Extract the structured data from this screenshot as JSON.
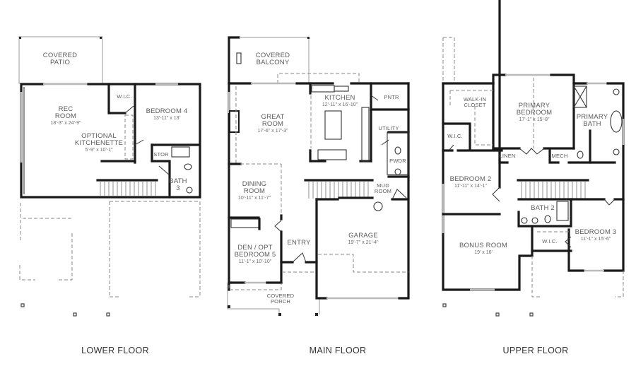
{
  "floors": [
    {
      "title": "LOWER FLOOR",
      "rooms": [
        {
          "name": "COVERED PATIO",
          "lines": [
            "COVERED",
            "PATIO"
          ],
          "dims": ""
        },
        {
          "name": "REC ROOM",
          "lines": [
            "REC",
            "ROOM"
          ],
          "dims": "18'-3\" x 24'-9\""
        },
        {
          "name": "OPTIONAL KITCHENETTE",
          "lines": [
            "OPTIONAL",
            "KITCHENETTE"
          ],
          "dims": "5'-9\" x 10'-1\""
        },
        {
          "name": "W.I.C.",
          "lines": [
            "W.I.C."
          ],
          "dims": ""
        },
        {
          "name": "BEDROOM 4",
          "lines": [
            "BEDROOM 4"
          ],
          "dims": "13'-11\" x 13'"
        },
        {
          "name": "STOR",
          "lines": [
            "STOR"
          ],
          "dims": ""
        },
        {
          "name": "BATH 3",
          "lines": [
            "BATH",
            "3"
          ],
          "dims": ""
        }
      ]
    },
    {
      "title": "MAIN FLOOR",
      "rooms": [
        {
          "name": "COVERED BALCONY",
          "lines": [
            "COVERED",
            "BALCONY"
          ],
          "dims": ""
        },
        {
          "name": "GREAT ROOM",
          "lines": [
            "GREAT",
            "ROOM"
          ],
          "dims": "17'-6\" x 17'-3\""
        },
        {
          "name": "KITCHEN",
          "lines": [
            "KITCHEN"
          ],
          "dims": "12'-11\" x 16'-10\""
        },
        {
          "name": "PNTR",
          "lines": [
            "PNTR"
          ],
          "dims": ""
        },
        {
          "name": "UTILITY",
          "lines": [
            "UTILITY"
          ],
          "dims": ""
        },
        {
          "name": "PWDR",
          "lines": [
            "PWDR"
          ],
          "dims": ""
        },
        {
          "name": "MUD ROOM",
          "lines": [
            "MUD",
            "ROOM"
          ],
          "dims": ""
        },
        {
          "name": "DINING ROOM",
          "lines": [
            "DINING",
            "ROOM"
          ],
          "dims": "10'-11\" x 11'-7\""
        },
        {
          "name": "DEN / OPT BEDROOM 5",
          "lines": [
            "DEN / OPT",
            "BEDROOM 5"
          ],
          "dims": "11'-1\" x 10'-10\""
        },
        {
          "name": "ENTRY",
          "lines": [
            "ENTRY"
          ],
          "dims": ""
        },
        {
          "name": "GARAGE",
          "lines": [
            "GARAGE"
          ],
          "dims": "19'-7\" x 21'-4\""
        },
        {
          "name": "COVERED PORCH",
          "lines": [
            "COVERED",
            "PORCH"
          ],
          "dims": ""
        }
      ]
    },
    {
      "title": "UPPER FLOOR",
      "rooms": [
        {
          "name": "WALK-IN CLOSET",
          "lines": [
            "WALK-IN",
            "CLOSET"
          ],
          "dims": ""
        },
        {
          "name": "PRIMARY BEDROOM",
          "lines": [
            "PRIMARY",
            "BEDROOM"
          ],
          "dims": "17'-1\" x 15'-8\""
        },
        {
          "name": "PRIMARY BATH",
          "lines": [
            "PRIMARY",
            "BATH"
          ],
          "dims": ""
        },
        {
          "name": "W.I.C.",
          "lines": [
            "W.I.C."
          ],
          "dims": ""
        },
        {
          "name": "LINEN",
          "lines": [
            "LINEN"
          ],
          "dims": ""
        },
        {
          "name": "MECH",
          "lines": [
            "MECH"
          ],
          "dims": ""
        },
        {
          "name": "BEDROOM 2",
          "lines": [
            "BEDROOM 2"
          ],
          "dims": "11'-11\" x 14'-1\""
        },
        {
          "name": "BATH 2",
          "lines": [
            "BATH 2"
          ],
          "dims": ""
        },
        {
          "name": "BONUS ROOM",
          "lines": [
            "BONUS ROOM"
          ],
          "dims": "19' x 16'"
        },
        {
          "name": "W.I.C.",
          "lines": [
            "W.I.C."
          ],
          "dims": ""
        },
        {
          "name": "BEDROOM 3",
          "lines": [
            "BEDROOM 3"
          ],
          "dims": "11'-1\" x 15'-6\""
        }
      ]
    }
  ],
  "colors": {
    "wall": "#1a1a1a",
    "text": "#5a5a5a",
    "background": "#ffffff"
  }
}
